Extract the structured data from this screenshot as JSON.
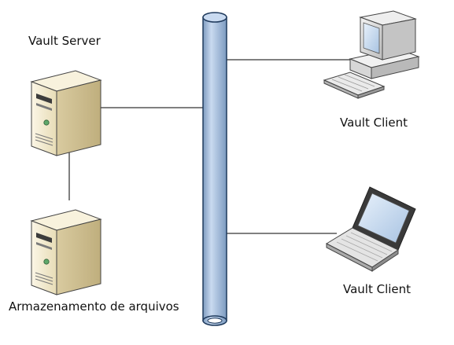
{
  "nodes": {
    "server": {
      "label": "Vault Server",
      "icon": "server-tower-icon"
    },
    "storage": {
      "label": "Armazenamento de arquivos",
      "icon": "server-tower-icon"
    },
    "client_desktop": {
      "label": "Vault Client",
      "icon": "desktop-computer-icon"
    },
    "client_laptop": {
      "label": "Vault Client",
      "icon": "laptop-icon"
    }
  },
  "network": {
    "icon": "network-bus-pipe",
    "pipe_color": "#a9c3df",
    "outline_color": "#1f3a5c"
  },
  "colors": {
    "server_light": "#f4ecd4",
    "server_dark": "#cbbd93",
    "line": "#000000"
  }
}
